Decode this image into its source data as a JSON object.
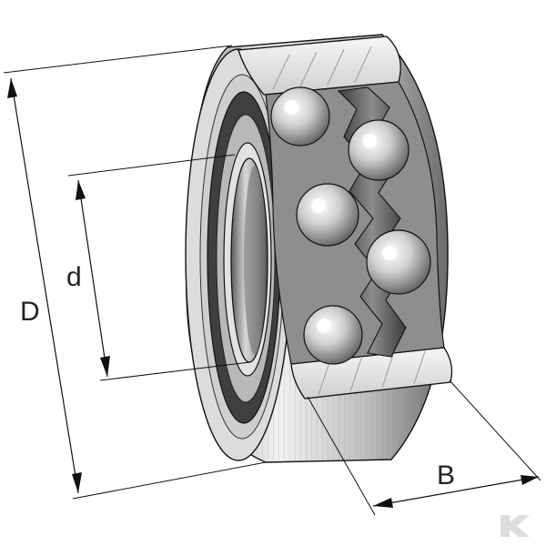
{
  "diagram": {
    "labels": {
      "outer_diameter": "D",
      "bore_diameter": "d",
      "width": "B"
    },
    "colors": {
      "line": "#111111",
      "ring_light": "#e9e9e9",
      "ring_mid": "#bdbdbd",
      "ring_dark": "#555555",
      "ball_light": "#f4f4f4",
      "ball_dark": "#6b6b6b",
      "watermark": "#d6d6d6"
    },
    "icons": [
      "bearing-illustration-icon",
      "watermark-logo-icon"
    ]
  }
}
